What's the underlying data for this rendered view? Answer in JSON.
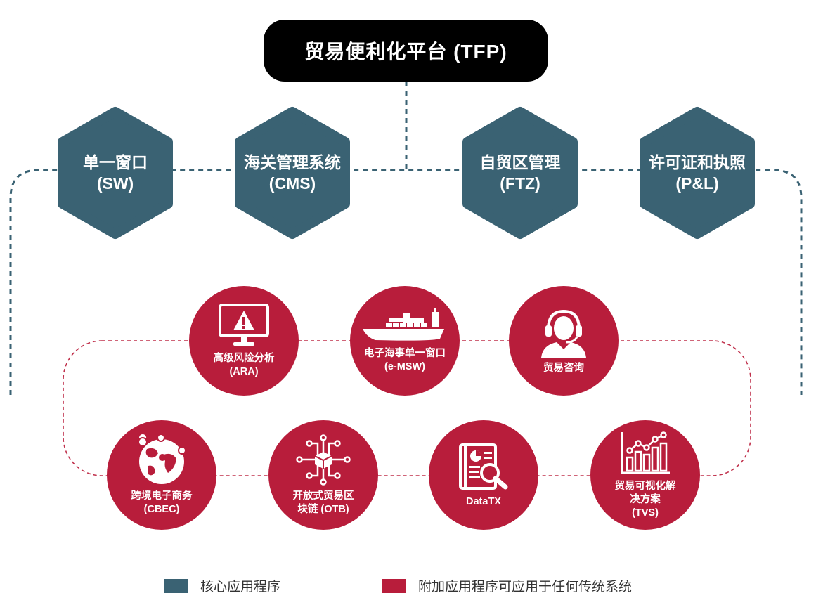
{
  "platform": {
    "title": "贸易便利化平台 (TFP)"
  },
  "core_apps": [
    {
      "name": "单一窗口",
      "abbr": "(SW)"
    },
    {
      "name": "海关管理系统",
      "abbr": "(CMS)"
    },
    {
      "name": "自贸区管理",
      "abbr": "(FTZ)"
    },
    {
      "name": "许可证和执照",
      "abbr": "(P&L)"
    }
  ],
  "addon_apps": [
    {
      "line1": "高级风险分析",
      "line2": "(ARA)",
      "icon": "monitor-warning-icon"
    },
    {
      "line1": "电子海事单一窗口",
      "line2": "(e-MSW)",
      "icon": "cargo-ship-icon"
    },
    {
      "line1": "贸易咨询",
      "icon": "headset-agent-icon"
    },
    {
      "line1": "跨境电子商务",
      "line2": "(CBEC)",
      "icon": "globe-pins-icon"
    },
    {
      "line1": "开放式贸易区",
      "line2": "块链 (OTB)",
      "icon": "blockchain-icon"
    },
    {
      "line1": "DataTX",
      "icon": "document-search-icon"
    },
    {
      "line1": "贸易可视化解",
      "line2": "决方案",
      "line3": "(TVS)",
      "icon": "bar-chart-icon"
    }
  ],
  "legend": {
    "core": "核心应用程序",
    "addon": "附加应用程序可应用于任何传统系统"
  },
  "colors": {
    "platform": "#000000",
    "core": "#3a6273",
    "addon": "#b81d3b"
  }
}
